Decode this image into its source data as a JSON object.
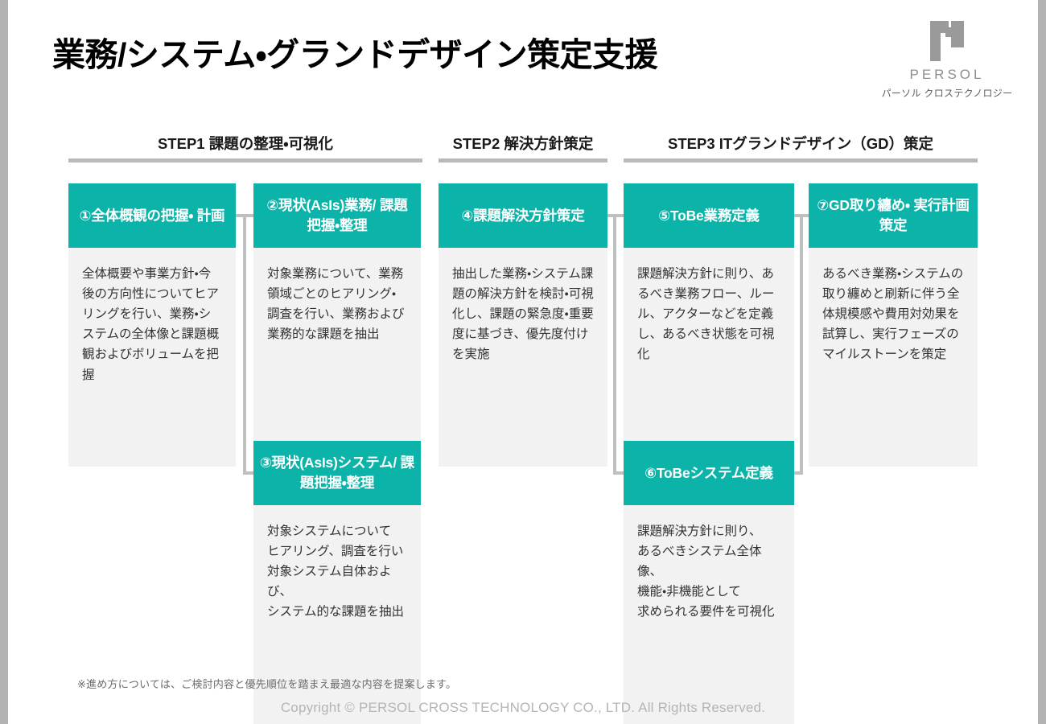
{
  "slide": {
    "title": "業務/システム・グランドデザイン策定支援",
    "footnote": "※進め方については、ご検討内容と優先順位を踏まえ最適な内容を提案します。",
    "copyright": "Copyright © PERSOL CROSS TECHNOLOGY CO., LTD. All Rights Reserved."
  },
  "logo": {
    "mark_name": "persol-logo-mark",
    "wordmark": "PERSOL",
    "subtitle": "パーソル クロステクノロジー"
  },
  "colors": {
    "accent_teal": "#0bb3a8",
    "card_body_gray": "#f2f2f2",
    "rule_gray": "#b9b9b9",
    "connector_gray": "#bfbfbf",
    "slide_frame_gray": "#b3b3b3",
    "title_black": "#000000",
    "copyright_gray": "#b5b5b5"
  },
  "steps": [
    {
      "label": "STEP1  課題の整理・可視化"
    },
    {
      "label": "STEP2  解決方針策定"
    },
    {
      "label": "STEP3  ITグランドデザイン（GD）策定"
    }
  ],
  "cards": [
    {
      "id": 1,
      "title": "①全体概観の把握・\n計画",
      "body": "全体概要や事業方針・今後の方向性についてヒアリングを行い、業務・システムの全体像と課題概観およびボリュームを把握"
    },
    {
      "id": 2,
      "title": "②現状(AsIs)業務/\n課題把握・整理",
      "body": "対象業務について、業務領域ごとのヒアリング・調査を行い、業務および業務的な課題を抽出"
    },
    {
      "id": 3,
      "title": "③現状(AsIs)システム/\n課題把握・整理",
      "body": "対象システムについて\nヒアリング、調査を行い\n対象システム自体および、\nシステム的な課題を抽出"
    },
    {
      "id": 4,
      "title": "④課題解決方針策定",
      "body": "抽出した業務・システム課題の解決方針を検討・可視化し、課題の緊急度・重要度に基づき、優先度付けを実施"
    },
    {
      "id": 5,
      "title": "⑤ToBe業務定義",
      "body": "課題解決方針に則り、あるべき業務フロー、ルール、アクターなどを定義し、あるべき状態を可視化"
    },
    {
      "id": 6,
      "title": "⑥ToBeシステム定義",
      "body": "課題解決方針に則り、\nあるべきシステム全体像、\n機能・非機能として\n求められる要件を可視化"
    },
    {
      "id": 7,
      "title": "⑦GD取り纏め・\n実行計画策定",
      "body": "あるべき業務・システムの取り纏めと刷新に伴う全体規模感や費用対効果を試算し、実行フェーズのマイルストーンを策定"
    }
  ],
  "connectors": [
    {
      "name": "connector-card1-to-card2-card3",
      "from": 1,
      "to": [
        2,
        3
      ]
    },
    {
      "name": "connector-card4-to-card5-card6",
      "from": 4,
      "to": [
        5,
        6
      ]
    },
    {
      "name": "connector-card5-card6-to-card7",
      "from": [
        5,
        6
      ],
      "to": 7
    }
  ]
}
